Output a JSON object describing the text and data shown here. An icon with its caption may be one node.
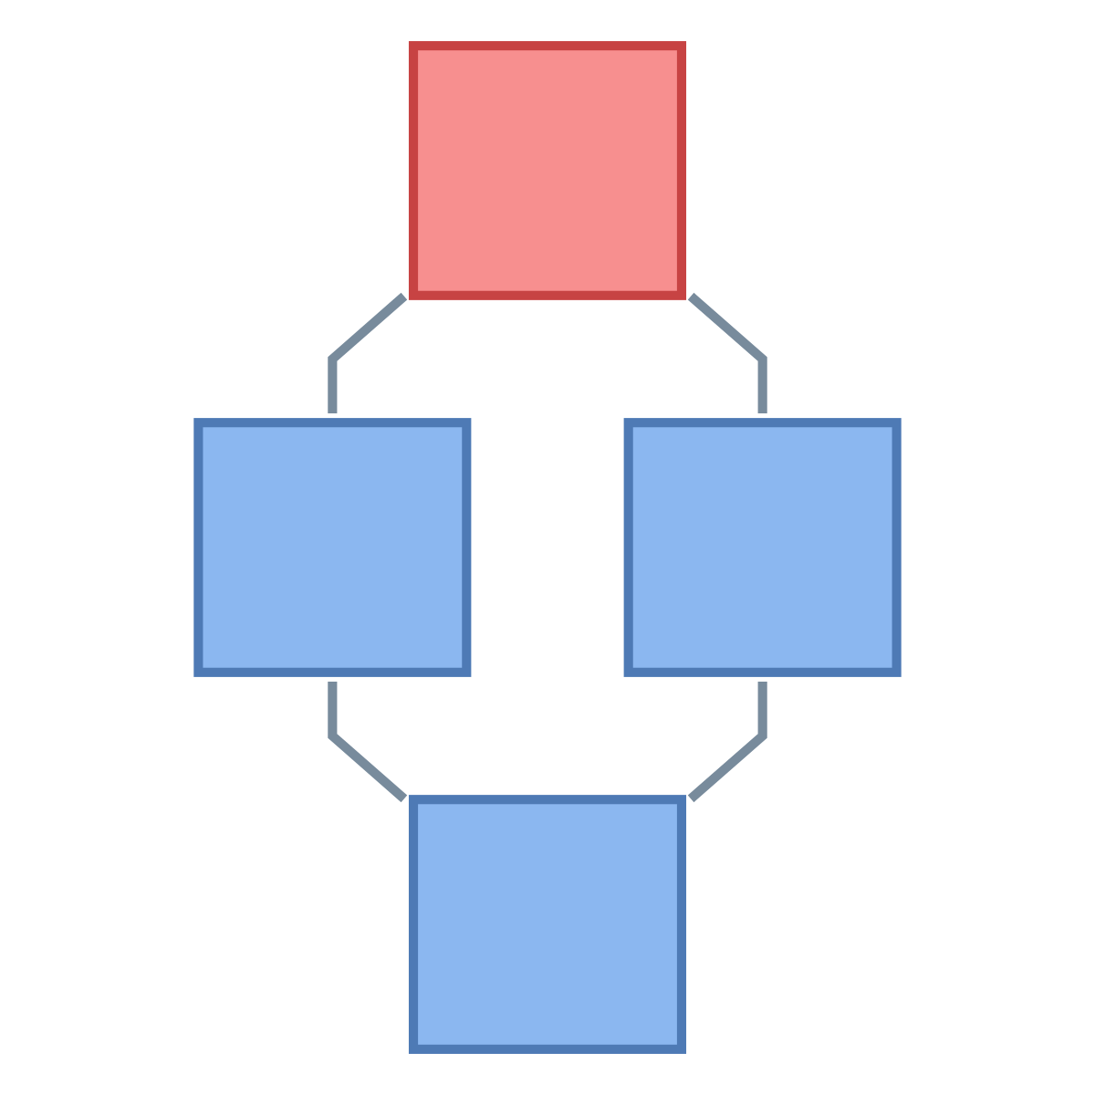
{
  "diagram": {
    "nodes": [
      {
        "text": [],
        "shape": "box"
      },
      {
        "text": [],
        "shape": "box"
      },
      {
        "text": [],
        "shape": "box"
      },
      {
        "text": [],
        "shape": "box"
      }
    ],
    "edges": [
      {
        "from": 0,
        "to": 1,
        "arrow": "none"
      },
      {
        "from": 0,
        "to": 2,
        "arrow": "none"
      },
      {
        "from": 1,
        "to": 3,
        "arrow": "none"
      },
      {
        "from": 2,
        "to": 3,
        "arrow": "none"
      }
    ]
  }
}
